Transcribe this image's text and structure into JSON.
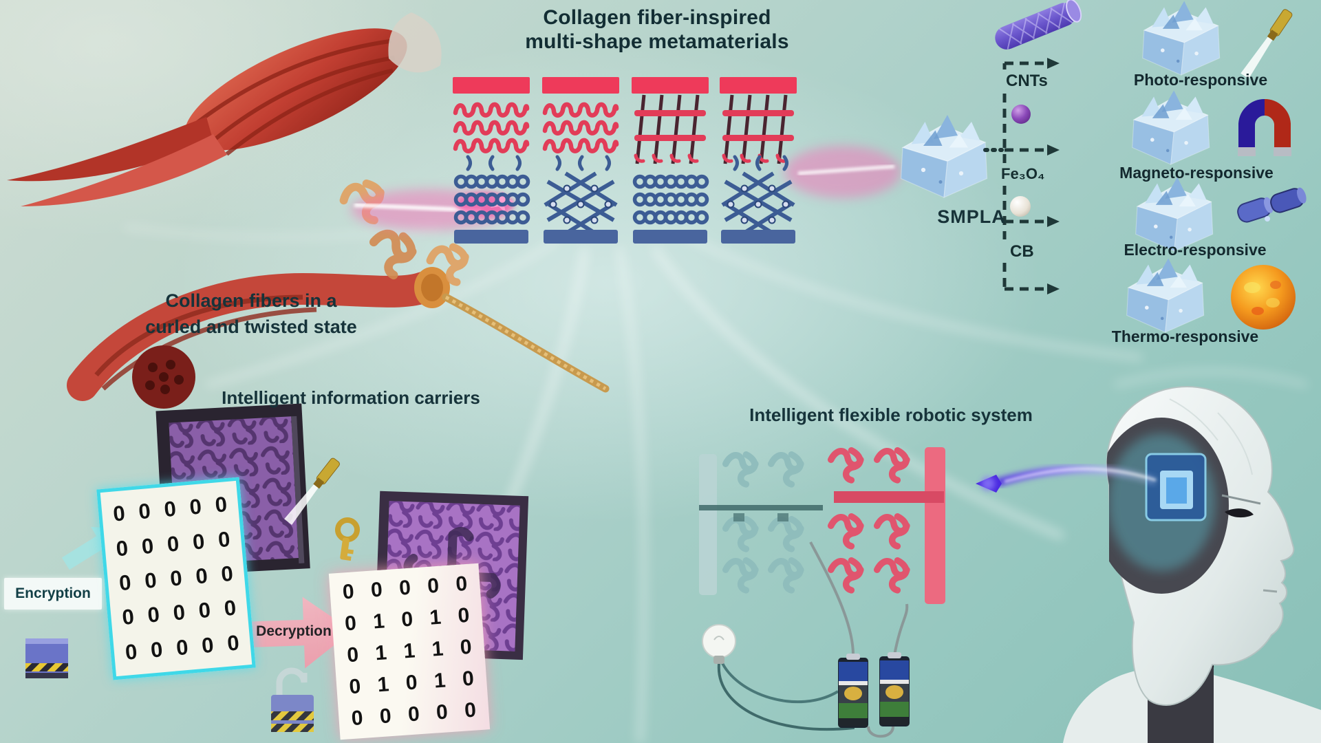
{
  "header": {
    "title_line1": "Collagen fiber-inspired",
    "title_line2": "multi-shape metamaterials"
  },
  "collagen": {
    "caption_line1": "Collagen fibers in a",
    "caption_line2": "curled and twisted state"
  },
  "smpla": {
    "label": "SMPLA"
  },
  "dopants": {
    "cnts": "CNTs",
    "fe3o4": "Fe₃O₄",
    "cb": "CB"
  },
  "responsive": {
    "photo": "Photo-responsive",
    "magneto": "Magneto-responsive",
    "electro": "Electro-responsive",
    "thermo": "Thermo-responsive"
  },
  "info_carriers": {
    "title": "Intelligent information carriers",
    "encryption_label": "Encryption",
    "decryption_label": "Decryption",
    "encrypted_matrix": [
      [
        "0",
        "0",
        "0",
        "0",
        "0"
      ],
      [
        "0",
        "0",
        "0",
        "0",
        "0"
      ],
      [
        "0",
        "0",
        "0",
        "0",
        "0"
      ],
      [
        "0",
        "0",
        "0",
        "0",
        "0"
      ],
      [
        "0",
        "0",
        "0",
        "0",
        "0"
      ]
    ],
    "decrypted_matrix": [
      [
        "0",
        "0",
        "0",
        "0",
        "0"
      ],
      [
        "0",
        "1",
        "0",
        "1",
        "0"
      ],
      [
        "0",
        "1",
        "1",
        "1",
        "0"
      ],
      [
        "0",
        "1",
        "0",
        "1",
        "0"
      ],
      [
        "0",
        "0",
        "0",
        "0",
        "0"
      ]
    ]
  },
  "robotic": {
    "title": "Intelligent flexible robotic system"
  },
  "icons": [
    "nanotube-icon",
    "particle-icon",
    "laser-pen-icon",
    "magnet-icon",
    "electrode-icon",
    "fireball-icon",
    "key-icon",
    "padlock-icon",
    "bulb-icon",
    "battery-icon",
    "robot-head",
    "crystal-block"
  ],
  "colors": {
    "background_teal": "#a9cfc8",
    "metamaterial_red": "#e84058",
    "metamaterial_blue": "#49659e",
    "laser_pink": "#f472b6",
    "crystal_blue": "#b4d4ee",
    "purple_plate": "#9b6fb8",
    "cyan_border": "#3fd8e8",
    "arrow_pink": "#f09aaa",
    "text_dark": "#15343a"
  }
}
